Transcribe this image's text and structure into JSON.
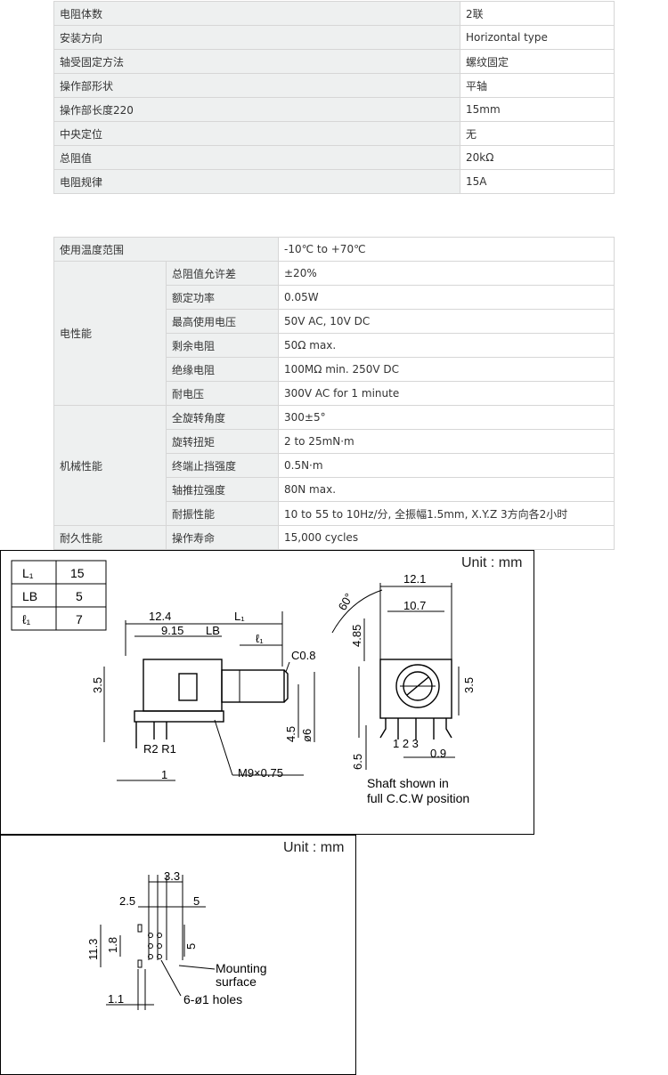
{
  "table1": [
    {
      "label": "电阻体数",
      "value": "2联"
    },
    {
      "label": "安装方向",
      "value": "Horizontal type"
    },
    {
      "label": "轴受固定方法",
      "value": "螺纹固定"
    },
    {
      "label": "操作部形状",
      "value": "平轴"
    },
    {
      "label": "操作部长度220",
      "value": "15mm"
    },
    {
      "label": "中央定位",
      "value": "无"
    },
    {
      "label": "总阻值",
      "value": "20kΩ"
    },
    {
      "label": "电阻规律",
      "value": "15A"
    }
  ],
  "table2": {
    "temp": {
      "label": "使用温度范围",
      "value": "-10℃ to +70℃"
    },
    "groups": [
      {
        "name": "电性能",
        "rows": [
          {
            "label": "总阻值允许差",
            "value": "±20%"
          },
          {
            "label": "额定功率",
            "value": "0.05W"
          },
          {
            "label": "最高使用电压",
            "value": "50V AC, 10V DC"
          },
          {
            "label": "剩余电阻",
            "value": "50Ω max."
          },
          {
            "label": "绝缘电阻",
            "value": "100MΩ min. 250V DC"
          },
          {
            "label": "耐电压",
            "value": "300V AC for 1 minute"
          }
        ]
      },
      {
        "name": "机械性能",
        "rows": [
          {
            "label": "全旋转角度",
            "value": "300±5°"
          },
          {
            "label": "旋转扭矩",
            "value": "2 to 25mN·m"
          },
          {
            "label": "终端止挡强度",
            "value": "0.5N·m"
          },
          {
            "label": "轴推拉强度",
            "value": "80N max."
          },
          {
            "label": "耐振性能",
            "value": "10 to 55 to 10Hz/分, 全振幅1.5mm, X.Y.Z 3方向各2小时"
          }
        ]
      },
      {
        "name": "耐久性能",
        "rows": [
          {
            "label": "操作寿命",
            "value": "15,000 cycles"
          }
        ]
      }
    ]
  },
  "drawing1": {
    "unit": "Unit : mm",
    "dim_table": [
      {
        "sym": "L₁",
        "val": "15"
      },
      {
        "sym": "LB",
        "val": "5"
      },
      {
        "sym": "ℓ₁",
        "val": "7"
      }
    ],
    "side": {
      "d124": "12.4",
      "dL1": "L₁",
      "d915": "9.15",
      "dLB": "LB",
      "dl1": "ℓ₁",
      "c08": "C0.8",
      "d35": "3.5",
      "d45": "4.5",
      "dphi6": "ø6",
      "r2r1": "R2 R1",
      "d1": "1",
      "m9": "M9×0.75"
    },
    "front": {
      "d121": "12.1",
      "d107": "10.7",
      "d60": "60°",
      "d485": "4.85",
      "d35": "3.5",
      "d65": "6.5",
      "d09": "0.9",
      "pins": "1 2 3",
      "note1": "Shaft shown in",
      "note2": "full C.C.W position"
    }
  },
  "drawing2": {
    "unit": "Unit : mm",
    "d33": "3.3",
    "d25": "2.5",
    "d5a": "5",
    "d113": "11.3",
    "d18": "1.8",
    "d5b": "5",
    "d11": "1.1",
    "mount1": "Mounting",
    "mount2": "surface",
    "holes": "6-ø1 holes"
  }
}
